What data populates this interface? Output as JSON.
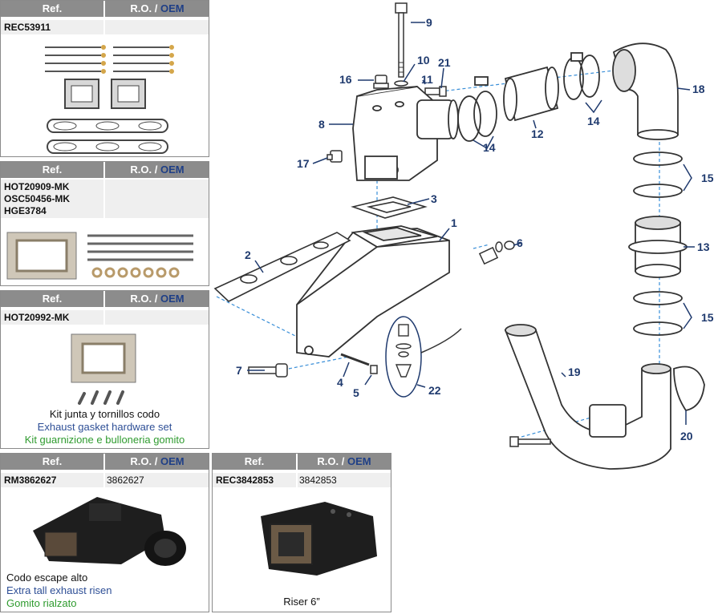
{
  "headers": {
    "ref": "Ref.",
    "ro": "R.O. / ",
    "oem": "OEM"
  },
  "cards": [
    {
      "refs": [
        "REC53911"
      ],
      "ro": "",
      "caption": []
    },
    {
      "refs": [
        "HOT20909-MK",
        "OSC50456-MK",
        "HGE3784"
      ],
      "ro": "",
      "caption": []
    },
    {
      "refs": [
        "HOT20992-MK"
      ],
      "ro": "",
      "caption": [
        "Kit junta y tornillos codo",
        "Exhaust gasket hardware set",
        "Kit guarnizione e bulloneria gomito"
      ]
    },
    {
      "refs": [
        "RM3862627"
      ],
      "ro": "3862627",
      "caption": [
        "Codo escape alto",
        "Extra tall exhaust risen",
        "Gomito rialzato"
      ]
    },
    {
      "refs": [
        "REC3842853"
      ],
      "ro": "3842853",
      "caption": [
        "Riser 6”"
      ]
    }
  ],
  "callouts": [
    "1",
    "2",
    "3",
    "4",
    "5",
    "6",
    "7",
    "8",
    "9",
    "10",
    "11",
    "12",
    "13",
    "14",
    "14",
    "15",
    "15",
    "16",
    "17",
    "18",
    "19",
    "20",
    "21",
    "22"
  ],
  "colors": {
    "header_bg": "#8c8c8c",
    "oem_blue": "#1f3f86",
    "callout_blue": "#1f3a6e",
    "dash_blue": "#3a8fd8",
    "es": "#111111",
    "en": "#2e4f96",
    "it": "#2f9b2f"
  }
}
